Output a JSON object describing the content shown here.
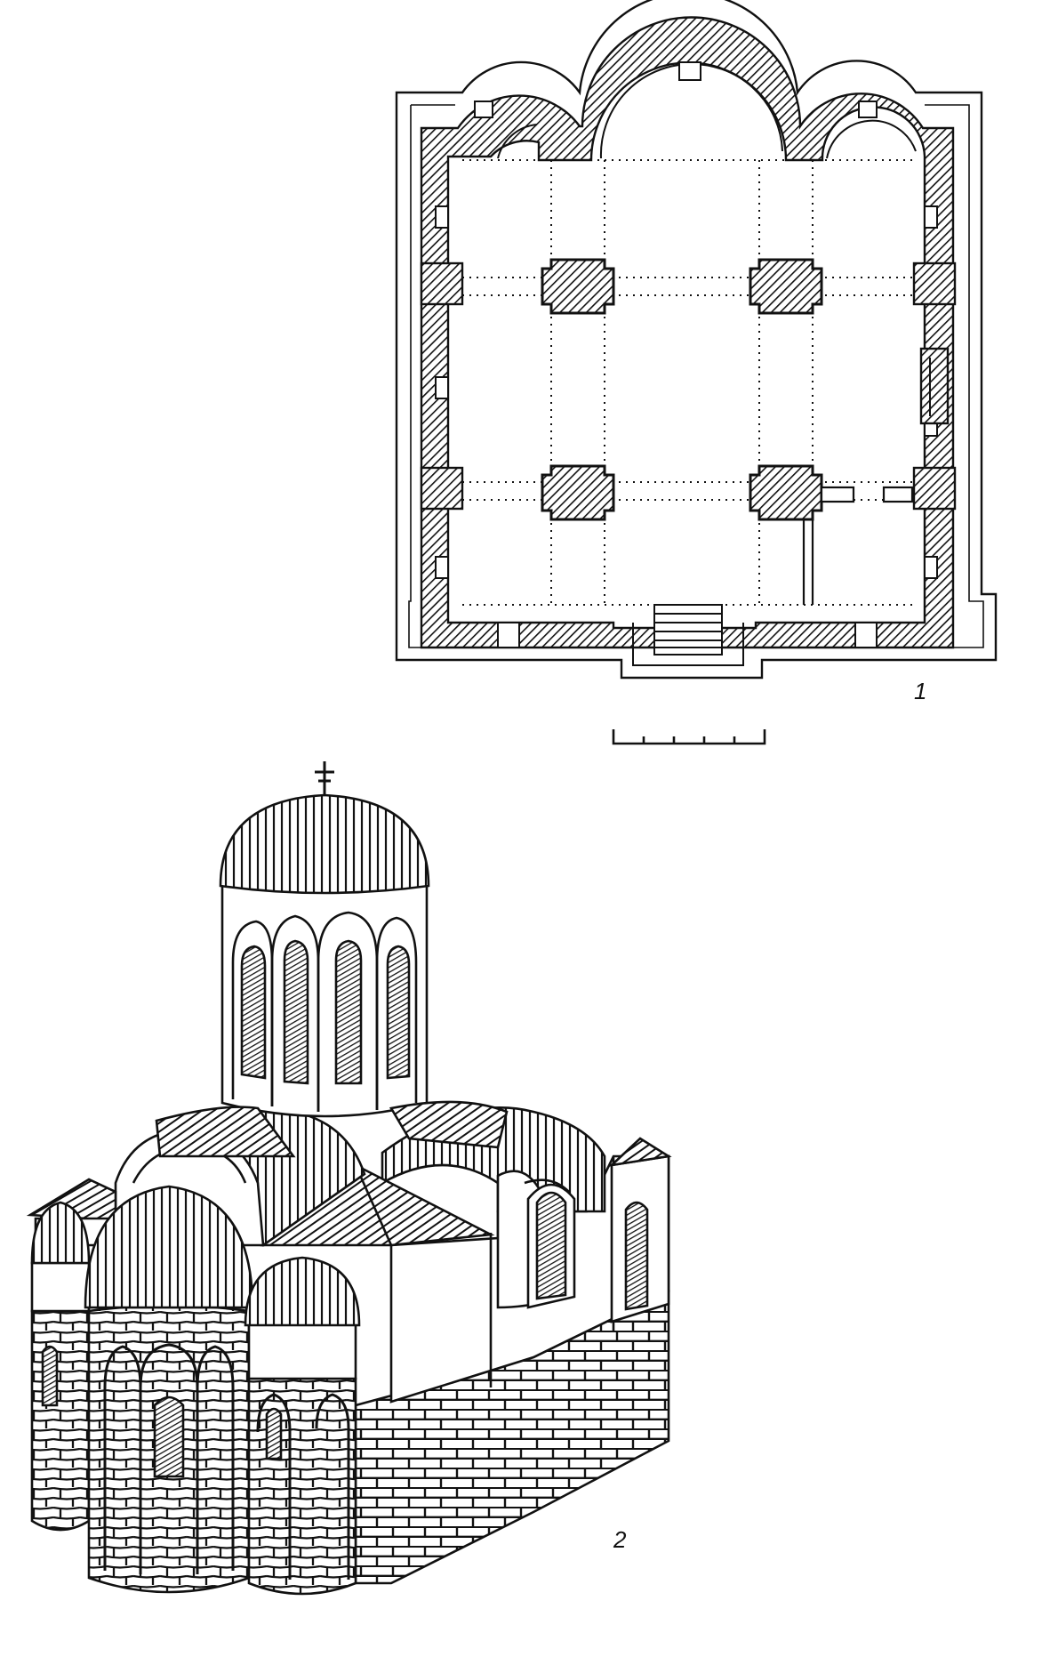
{
  "figure": {
    "plan_label": "1",
    "elevation_label": "2",
    "colors": {
      "ink": "#111111",
      "paper": "#ffffff",
      "hatch": "#1a1a1a"
    },
    "scale_bar": {
      "divisions": 5
    }
  }
}
